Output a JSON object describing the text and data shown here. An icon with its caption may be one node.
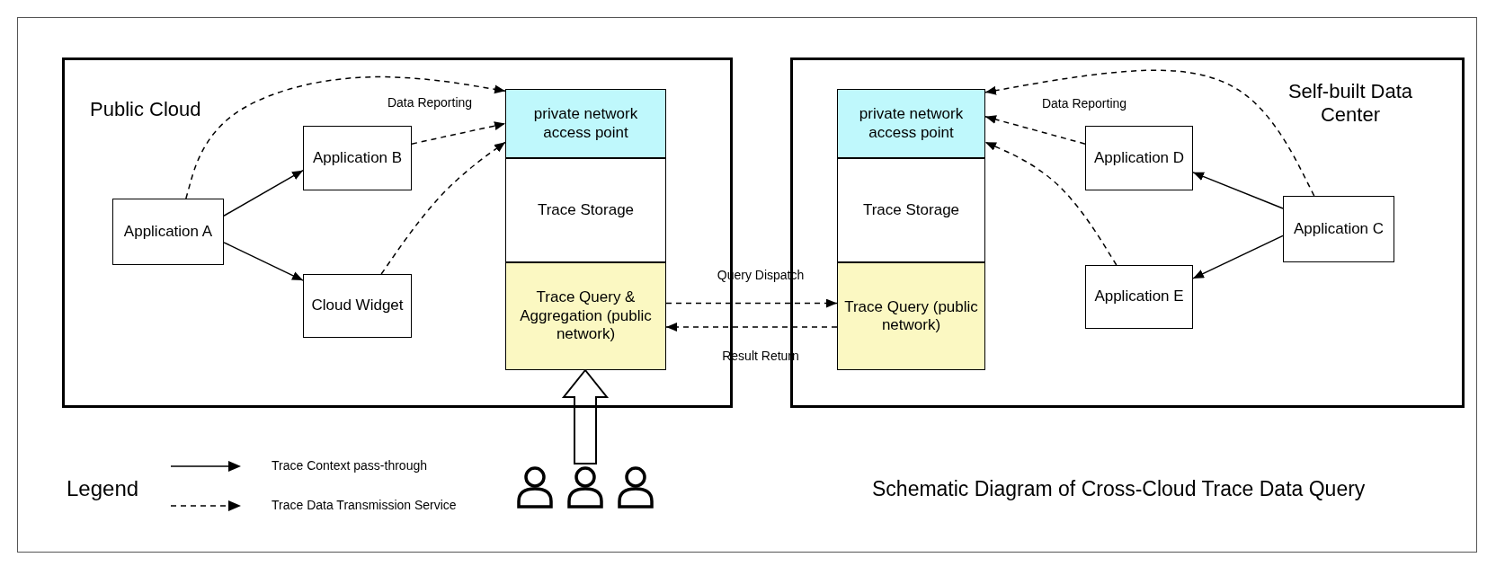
{
  "diagram": {
    "caption": "Schematic Diagram of Cross-Cloud Trace Data Query",
    "nodes": [
      {
        "text": [
          "Public Cloud"
        ]
      },
      {
        "text": [
          "Application A"
        ],
        "in": 0
      },
      {
        "text": [
          "Application B"
        ],
        "in": 0
      },
      {
        "text": [
          "Cloud Widget"
        ],
        "in": 0
      },
      {
        "text": [
          "private network access point"
        ],
        "in": 0
      },
      {
        "text": [
          "Trace Storage"
        ],
        "in": 0
      },
      {
        "text": [
          "Trace Query & Aggregation (public network)"
        ],
        "in": 0
      },
      {
        "text": [
          "Self-built Data Center"
        ]
      },
      {
        "text": [
          "private network access point"
        ],
        "in": 7
      },
      {
        "text": [
          "Trace Storage"
        ],
        "in": 7
      },
      {
        "text": [
          "Trace Query (public network)"
        ],
        "in": 7
      },
      {
        "text": [
          "Application D"
        ],
        "in": 7
      },
      {
        "text": [
          "Application C"
        ],
        "in": 7
      },
      {
        "text": [
          "Application E"
        ],
        "in": 7
      },
      {
        "text": [],
        "shape": "person"
      },
      {
        "text": [],
        "shape": "person"
      },
      {
        "text": [],
        "shape": "person"
      }
    ],
    "edges": [
      {
        "from": 1,
        "to": 2,
        "arrow": "to"
      },
      {
        "from": 1,
        "to": 3,
        "arrow": "to"
      },
      {
        "from": 1,
        "to": 4,
        "arrow": "to",
        "style": "dashed",
        "label": "Data Reporting"
      },
      {
        "from": 2,
        "to": 4,
        "arrow": "to",
        "style": "dashed"
      },
      {
        "from": 3,
        "to": 4,
        "arrow": "to",
        "style": "dashed"
      },
      {
        "from": 12,
        "to": 11,
        "arrow": "to"
      },
      {
        "from": 12,
        "to": 13,
        "arrow": "to"
      },
      {
        "from": 12,
        "to": 8,
        "arrow": "to",
        "style": "dashed",
        "label": "Data Reporting"
      },
      {
        "from": 11,
        "to": 8,
        "arrow": "to",
        "style": "dashed"
      },
      {
        "from": 13,
        "to": 8,
        "arrow": "to",
        "style": "dashed"
      },
      {
        "from": 6,
        "to": 10,
        "arrow": "to",
        "style": "dashed",
        "label": "Query Dispatch"
      },
      {
        "from": 10,
        "to": 6,
        "arrow": "to",
        "style": "dashed",
        "label": "Result Return"
      },
      {
        "from": 15,
        "to": 6,
        "arrow": "to",
        "style": "thick"
      }
    ],
    "labels": [
      "Legend"
    ],
    "legend": [
      {
        "text": "Trace Context pass-through"
      },
      {
        "text": "Trace Data Transmission Service"
      }
    ]
  }
}
